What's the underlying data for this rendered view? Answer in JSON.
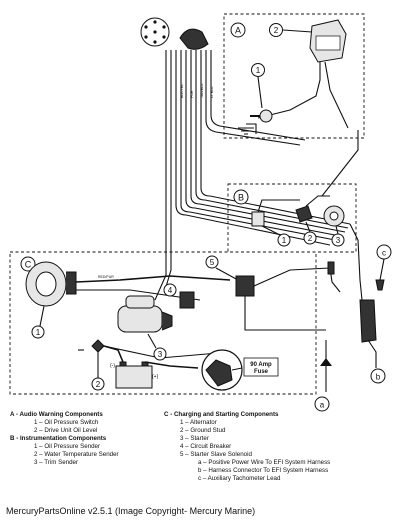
{
  "callouts": {
    "A": "A",
    "B": "B",
    "C": "C",
    "n1": "1",
    "n2": "2",
    "n3": "3",
    "n4": "4",
    "n5": "5",
    "a": "a",
    "b": "b",
    "c": "c"
  },
  "fuse_label": "90 Amp\nFuse",
  "fuse_line1": "90 Amp",
  "fuse_line2": "Fuse",
  "legend": {
    "groupA": {
      "title": "A - Audio Warning Components",
      "items": [
        "1 – Oil Pressure Switch",
        "2 – Drive Unit Oil Level"
      ]
    },
    "groupB": {
      "title": "B - Instrumentation Components",
      "items": [
        "1 – Oil Pressure Sender",
        "2 – Water Temperature Sender",
        "3 – Trim Sender"
      ]
    },
    "groupC": {
      "title": "C - Charging and Starting Components",
      "items": [
        "1 – Alternator",
        "2 – Ground Stud",
        "3 – Starter",
        "4 – Circuit Breaker",
        "5 – Starter Slave Solenoid"
      ],
      "subitems": [
        "a – Positive Power Wire To EFI System Harness",
        "b – Harness Connector To EFI System Harness",
        "c – Auxiliary Tachometer Lead"
      ]
    }
  },
  "footer": "MercuryPartsOnline v2.5.1 (Image Copyright- Mercury Marine)"
}
